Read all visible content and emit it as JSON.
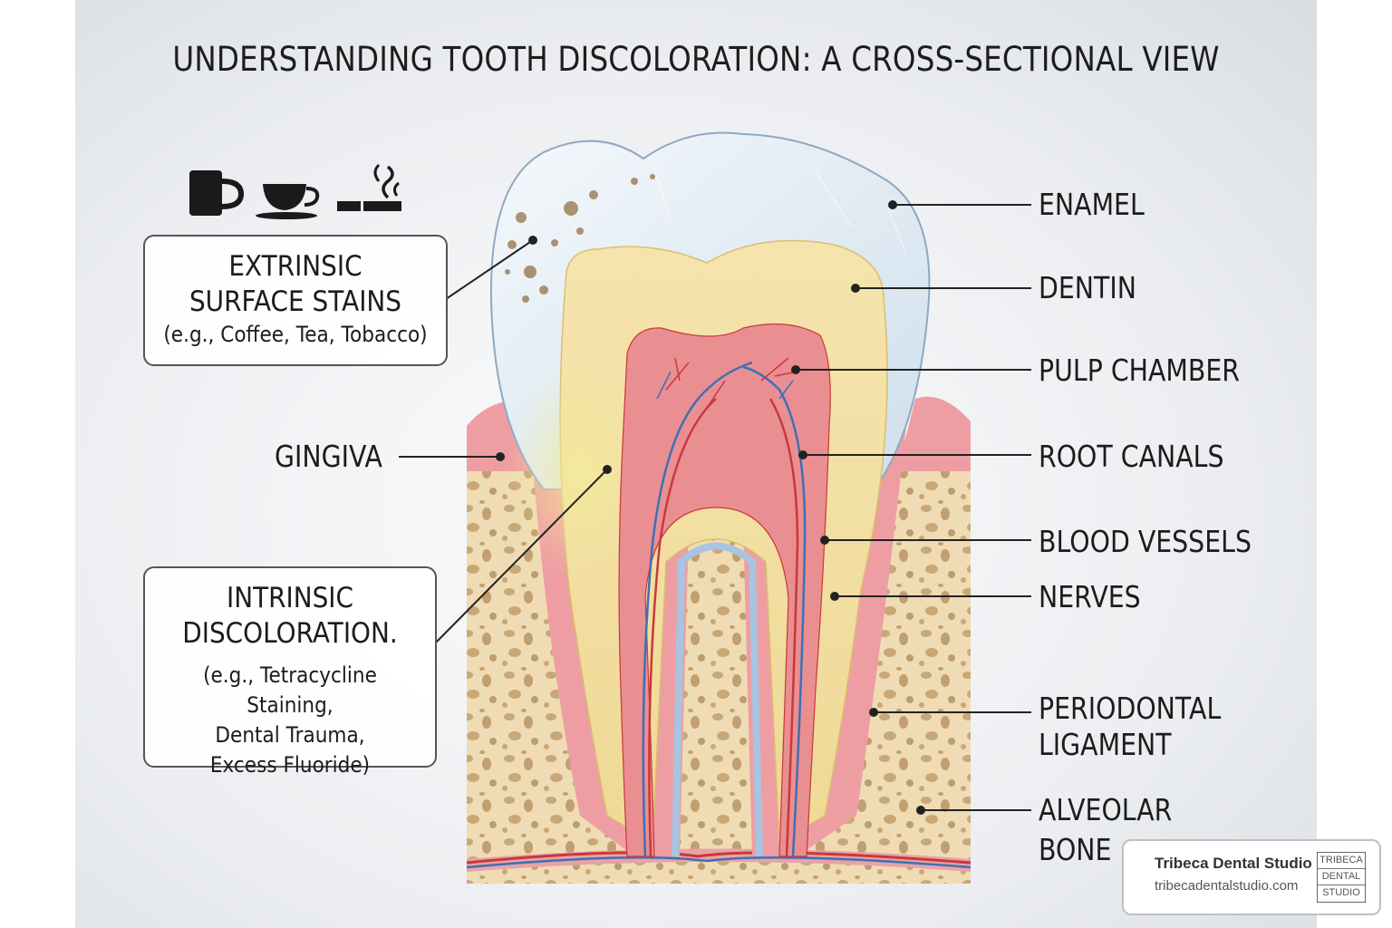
{
  "title": "UNDERSTANDING TOOTH DISCOLORATION: A CROSS-SECTIONAL VIEW",
  "labels": {
    "enamel": "ENAMEL",
    "dentin": "DENTIN",
    "pulp_chamber": "PULP CHAMBER",
    "root_canals": "ROOT CANALS",
    "blood_vessels": "BLOOD VESSELS",
    "nerves": "NERVES",
    "periodontal_1": "PERIODONTAL",
    "periodontal_2": "LIGAMENT",
    "alveolar_1": "ALVEOLAR",
    "alveolar_2": "BONE",
    "gingiva": "GINGIVA"
  },
  "extrinsic": {
    "heading_1": "EXTRINSIC",
    "heading_2": "SURFACE STAINS",
    "examples": "(e.g., Coffee, Tea, Tobacco)"
  },
  "intrinsic": {
    "heading_1": "INTRINSIC",
    "heading_2": "DISCOLORATION.",
    "examples_1": "(e.g., Tetracycline Staining,",
    "examples_2": "Dental Trauma,",
    "examples_3": "Excess Fluoride)"
  },
  "icons": [
    "mug-icon",
    "teacup-icon",
    "cigarette-icon"
  ],
  "brand": {
    "name": "Tribeca Dental Studio",
    "url": "tribecadentalstudio.com",
    "logo_lines": [
      "TRIBECA",
      "DENTAL",
      "STUDIO"
    ]
  },
  "colors": {
    "enamel": "#dde9f3",
    "dentin": "#f2dea0",
    "pulp": "#e98f92",
    "gingiva": "#ee9ea3",
    "bone": "#efdcb4",
    "vessel_blue": "#3f6fb5",
    "vessel_red": "#c9383c"
  }
}
